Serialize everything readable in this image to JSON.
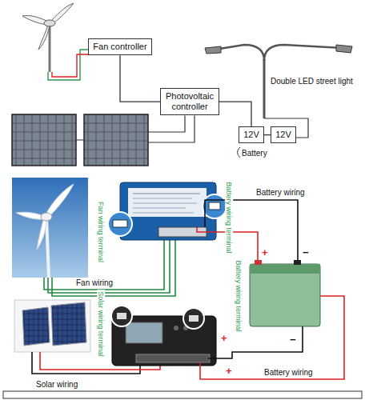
{
  "diagram": {
    "nodes": [
      {
        "text": [
          "Fan controller"
        ]
      },
      {
        "text": [
          "Photovoltaic controller"
        ]
      },
      {
        "text": [
          "12V"
        ]
      },
      {
        "text": [
          "12V"
        ]
      }
    ],
    "edges": [
      {
        "from": 0,
        "to": 1,
        "arrow": "none"
      },
      {
        "from": 1,
        "to": 2,
        "arrow": "none"
      },
      {
        "from": 2,
        "to": 3,
        "arrow": "none"
      }
    ],
    "labels": [
      "Battery",
      "Double LED street light",
      "Fan wiring terminal",
      "Battery wiring",
      "Battery wiring terminal",
      "+",
      "−",
      "Fan wiring",
      "Battery wiring terminal",
      "Solar wiring terminal",
      "+",
      "−",
      "Solar wiring",
      "+",
      "Battery wiring"
    ]
  }
}
